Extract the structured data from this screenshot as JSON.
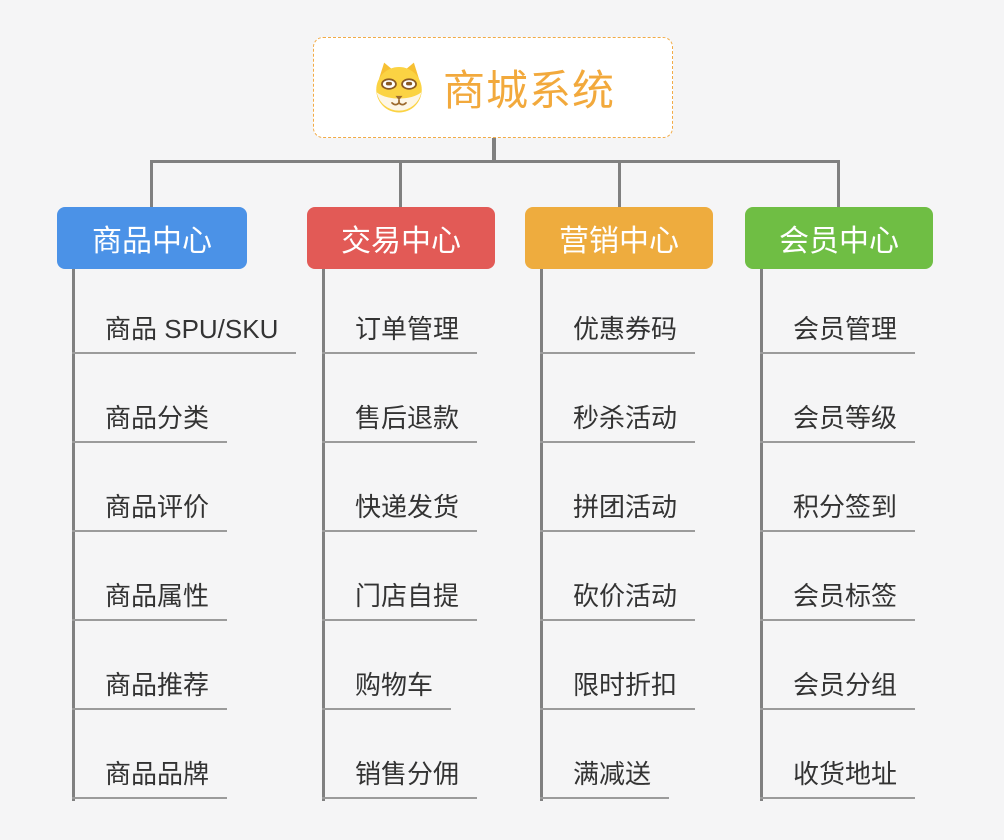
{
  "root": {
    "title": "商城系统",
    "icon": "dog-face-icon",
    "border_color": "#f2ab46",
    "title_color": "#f2a93c",
    "background": "#ffffff"
  },
  "canvas": {
    "background_color": "#f5f5f6",
    "connector_color": "#808080",
    "leaf_underline_color": "#9b9b9b",
    "leaf_text_color": "#333333"
  },
  "branches": [
    {
      "label": "商品中心",
      "color": "#4b92e7",
      "items": [
        "商品 SPU/SKU",
        "商品分类",
        "商品评价",
        "商品属性",
        "商品推荐",
        "商品品牌"
      ]
    },
    {
      "label": "交易中心",
      "color": "#e25a56",
      "items": [
        "订单管理",
        "售后退款",
        "快递发货",
        "门店自提",
        "购物车",
        "销售分佣"
      ]
    },
    {
      "label": "营销中心",
      "color": "#eeac3e",
      "items": [
        "优惠券码",
        "秒杀活动",
        "拼团活动",
        "砍价活动",
        "限时折扣",
        "满减送"
      ]
    },
    {
      "label": "会员中心",
      "color": "#6fbe44",
      "items": [
        "会员管理",
        "会员等级",
        "积分签到",
        "会员标签",
        "会员分组",
        "收货地址"
      ]
    }
  ]
}
